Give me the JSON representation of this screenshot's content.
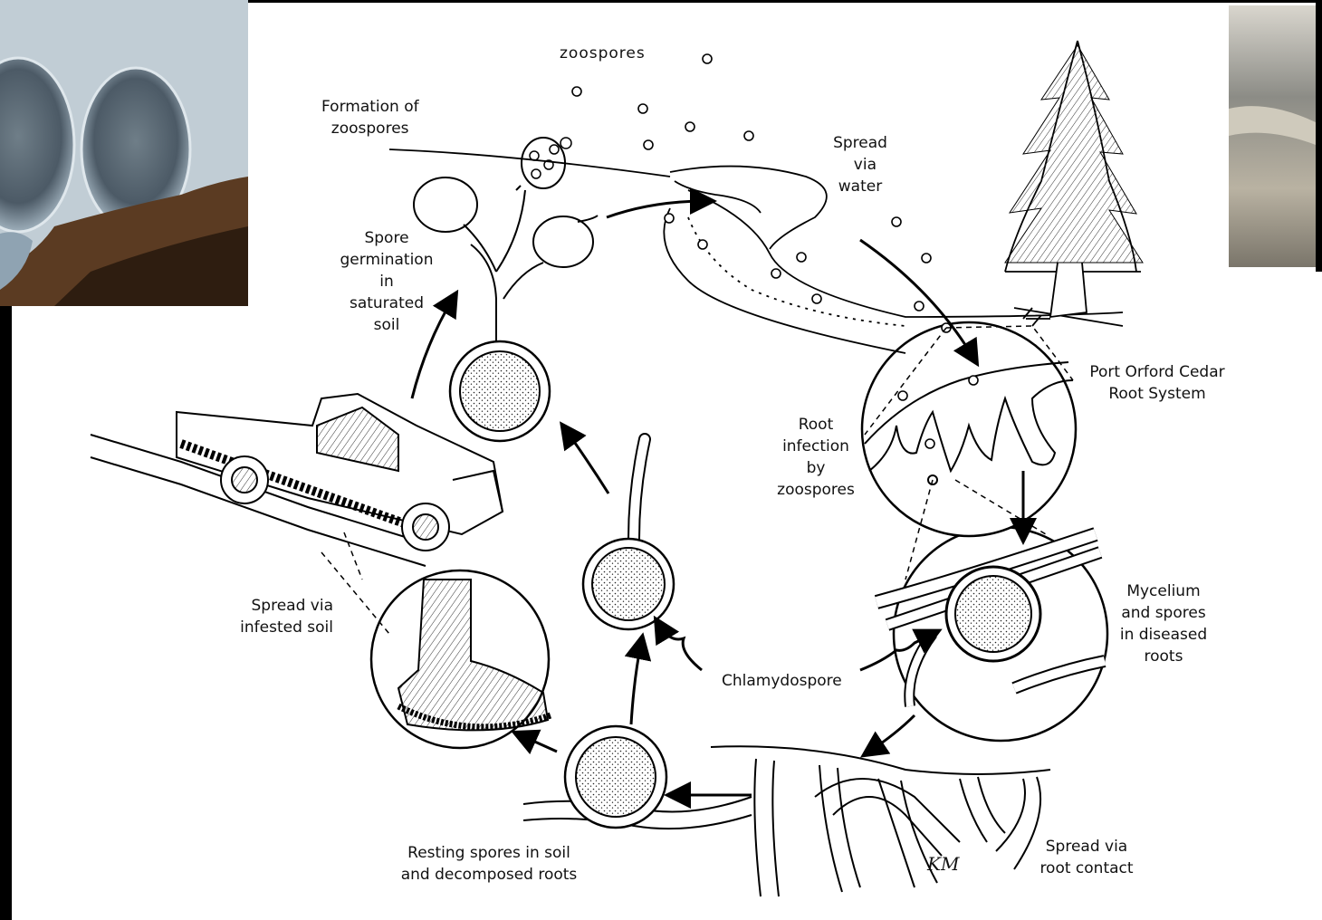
{
  "labels": {
    "zoospores_top": "zoospores",
    "formation": "Formation of\n  zoospores",
    "spread_water": "Spread\n  via\nwater",
    "germination": "Spore\ngermination\nin\nsaturated\nsoil",
    "port_orford": "Port Orford Cedar\nRoot System",
    "root_infection": "Root\ninfection\nby\nzoospores",
    "mycelium": "Mycelium\nand spores\nin diseased\nroots",
    "chlamydospore": "Chlamydospore",
    "spread_soil": "Spread via\ninfested soil",
    "resting": "Resting spores in soil\nand decomposed roots",
    "spread_root": "Spread via\nroot contact",
    "signature": "KM"
  }
}
